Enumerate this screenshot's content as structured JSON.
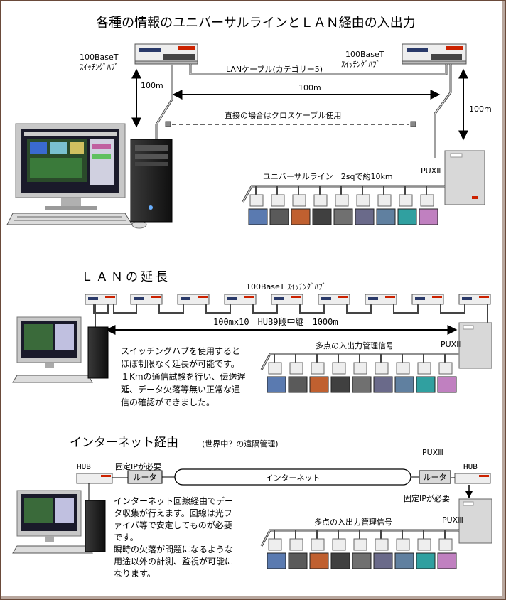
{
  "section1": {
    "title": "各種の情報のユニバーサルラインとＬＡＮ経由の入出力",
    "hub_left_label": [
      "100BaseT",
      "ｽｲｯﾁﾝｸﾞﾊﾌﾞ"
    ],
    "hub_right_label": [
      "100BaseT",
      "ｽｲｯﾁﾝｸﾞﾊﾌﾞ"
    ],
    "lan_cable_label": "LANケーブル(カテゴリー5)",
    "dist_left": "100m",
    "dist_center": "100m",
    "dist_right": "100m",
    "cross_cable_label": "直接の場合はクロスケーブル使用",
    "universal_line_label": "ユニバーサルライン　2sqで約10km",
    "pux_label": "PUXⅢ"
  },
  "section2": {
    "title": "ＬＡＮの延長",
    "hub_label": "100BaseT ｽｲｯﾁﾝｸﾞﾊﾌﾞ",
    "relay_label": "100mx10　HUB9段中継　1000m",
    "pux_label": "PUXⅢ",
    "io_label": "多点の入出力管理信号",
    "description": [
      "スイッチングハブを使用すると",
      "ほぼ制限なく延長が可能です。",
      "１Kmの通信試験を行い、伝送遅",
      "延、データ欠落等無い正常な通",
      "信の確認ができました。"
    ]
  },
  "section3": {
    "title": "インターネット経由",
    "subtitle": "(世界中？の遠隔管理)",
    "hub_left": "HUB",
    "hub_right": "HUB",
    "fixed_ip_left": "固定IPが必要",
    "fixed_ip_right": "固定IPが必要",
    "router_left": "ルータ",
    "router_right": "ルータ",
    "internet": "インターネット",
    "pux_top": "PUXⅢ",
    "pux_label": "PUXⅢ",
    "io_label": "多点の入出力管理信号",
    "description": [
      "インターネット回線経由でデー",
      "タ収集が行えます。回線は光フ",
      "ァイバ等で安定してものが必要",
      "です。",
      "瞬時の欠落が問題になるような",
      "用途以外の計測、監視が可能に",
      "なります。"
    ]
  },
  "colors": {
    "frame": "#6a4a3a",
    "hub_body": "#eeeeee",
    "hub_red": "#cc2200",
    "pux_body": "#d8d8d8",
    "router_fill": "#d9d9d9"
  }
}
